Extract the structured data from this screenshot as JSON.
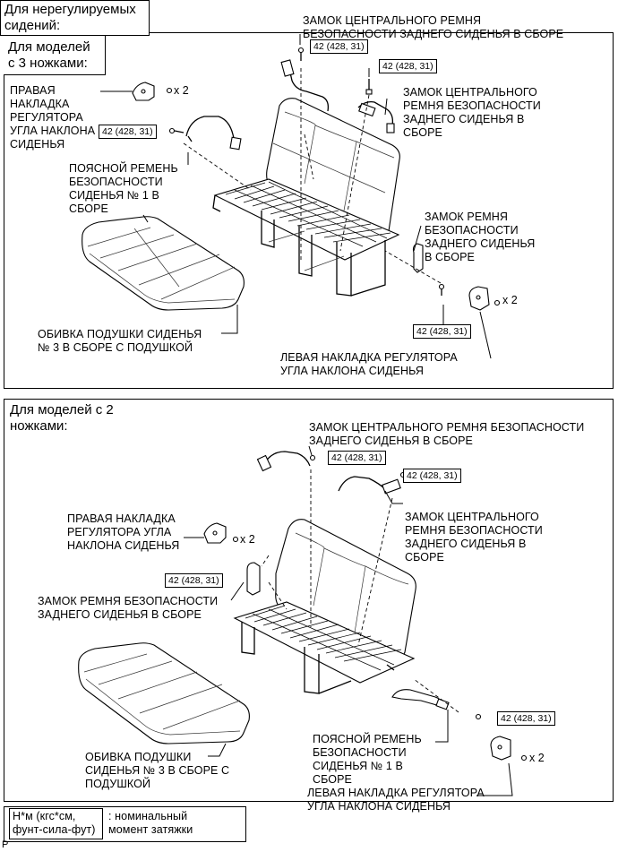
{
  "header_tab": "Для нерегулируемых\nсидений:",
  "section_3leg": {
    "title": "Для моделей\nс 3 ножками:",
    "labels": {
      "center_buckle_top": "ЗАМОК ЦЕНТРАЛЬНОГО РЕМНЯ\nБЕЗОПАСНОСТИ ЗАДНЕГО СИДЕНЬЯ В СБОРЕ",
      "center_buckle_right": "ЗАМОК ЦЕНТРАЛЬНОГО\nРЕМНЯ БЕЗОПАСНОСТИ\nЗАДНЕГО СИДЕНЬЯ В\nСБОРЕ",
      "right_cover": "ПРАВАЯ\nНАКЛАДКА\nРЕГУЛЯТОРА\nУГЛА НАКЛОНА\nСИДЕНЬЯ",
      "lap_belt": "ПОЯСНОЙ РЕМЕНЬ\nБЕЗОПАСНОСТИ\nСИДЕНЬЯ № 1 В\nСБОРЕ",
      "buckle": "ЗАМОК РЕМНЯ\nБЕЗОПАСНОСТИ\nЗАДНЕГО СИДЕНЬЯ\nВ СБОРЕ",
      "cushion": "ОБИВКА ПОДУШКИ СИДЕНЬЯ\n№ 3 В СБОРЕ С ПОДУШКОЙ",
      "left_cover": "ЛЕВАЯ НАКЛАДКА РЕГУЛЯТОРА\nУГЛА НАКЛОНА СИДЕНЬЯ"
    }
  },
  "section_2leg": {
    "title": "Для моделей с 2\nножками:",
    "labels": {
      "center_buckle_top": "ЗАМОК ЦЕНТРАЛЬНОГО РЕМНЯ БЕЗОПАСНОСТИ\nЗАДНЕГО СИДЕНЬЯ В СБОРЕ",
      "center_buckle_right": "ЗАМОК ЦЕНТРАЛЬНОГО\nРЕМНЯ БЕЗОПАСНОСТИ\nЗАДНЕГО СИДЕНЬЯ В\nСБОРЕ",
      "right_cover": "ПРАВАЯ НАКЛАДКА\nРЕГУЛЯТОРА УГЛА\nНАКЛОНА СИДЕНЬЯ",
      "buckle": "ЗАМОК РЕМНЯ БЕЗОПАСНОСТИ\nЗАДНЕГО СИДЕНЬЯ В СБОРЕ",
      "cushion": "ОБИВКА ПОДУШКИ\nСИДЕНЬЯ № 3 В СБОРЕ С\nПОДУШКОЙ",
      "lap_belt": "ПОЯСНОЙ РЕМЕНЬ\nБЕЗОПАСНОСТИ\nСИДЕНЬЯ № 1 В\nСБОРЕ",
      "left_cover": "ЛЕВАЯ НАКЛАДКА РЕГУЛЯТОРА\nУГЛА НАКЛОНА СИДЕНЬЯ"
    }
  },
  "torque_value": "42 (428, 31)",
  "quantity": "x 2",
  "legend": {
    "unit": "Н*м (кгс*см,\nфунт-сила-фут)",
    "description": ": номинальный\nмомент затяжки"
  },
  "page_marker": "P"
}
